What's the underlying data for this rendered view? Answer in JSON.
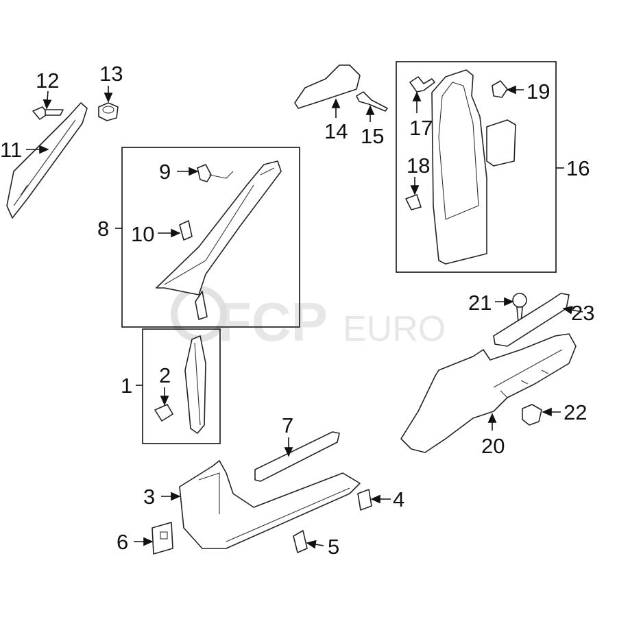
{
  "diagram": {
    "callouts": {
      "c1": "1",
      "c2": "2",
      "c3": "3",
      "c4": "4",
      "c5": "5",
      "c6": "6",
      "c7": "7",
      "c8": "8",
      "c9": "9",
      "c10": "10",
      "c11": "11",
      "c12": "12",
      "c13": "13",
      "c14": "14",
      "c15": "15",
      "c16": "16",
      "c17": "17",
      "c18": "18",
      "c19": "19",
      "c20": "20",
      "c21": "21",
      "c22": "22",
      "c23": "23"
    },
    "watermark": {
      "brand": "FCP",
      "suffix": "EURO"
    }
  }
}
